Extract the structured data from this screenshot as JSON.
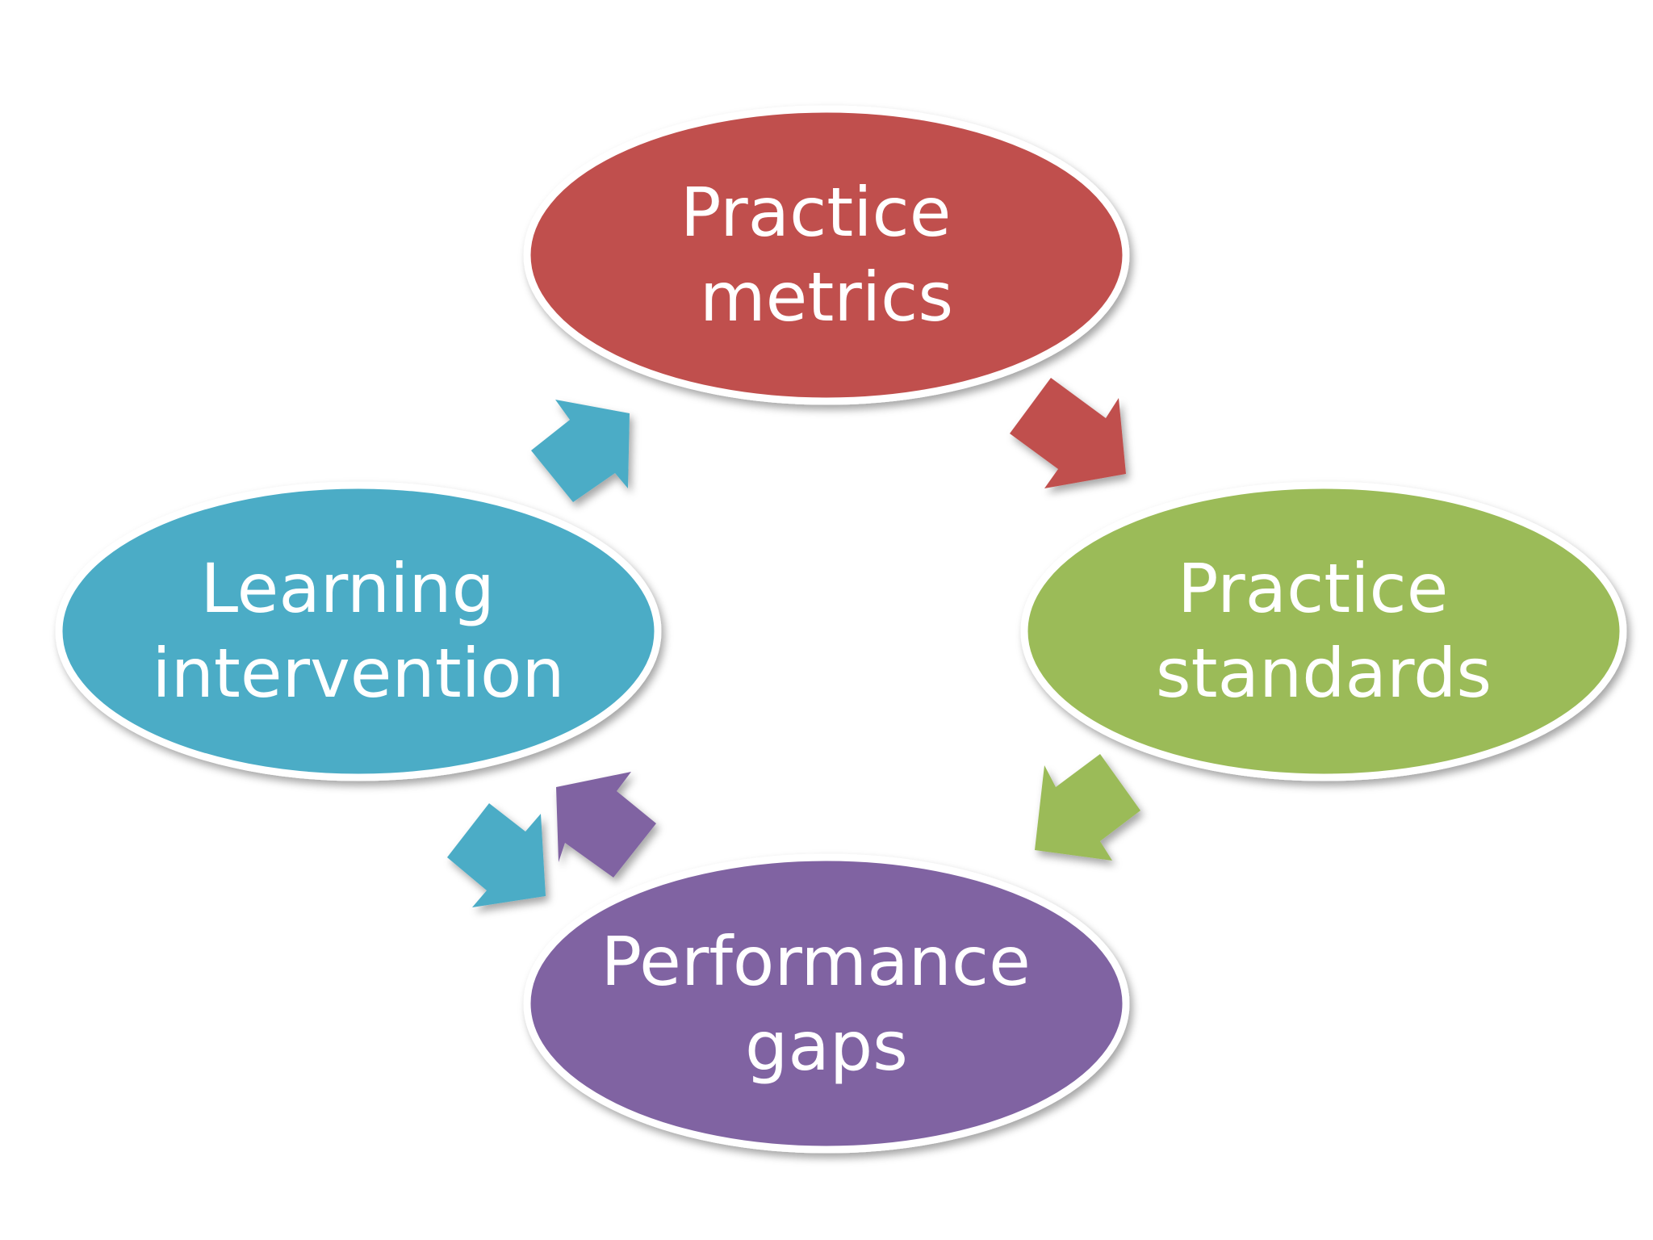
{
  "diagram": {
    "type": "cycle",
    "nodes": [
      {
        "id": "practice-metrics",
        "lines": [
          "Practice",
          "metrics"
        ],
        "color": "#c0504d"
      },
      {
        "id": "practice-standards",
        "lines": [
          "Practice",
          "standards"
        ],
        "color": "#9bbb59"
      },
      {
        "id": "performance-gaps",
        "lines": [
          "Performance",
          "gaps"
        ],
        "color": "#8064a2"
      },
      {
        "id": "learning-intervention",
        "lines": [
          "Learning",
          "intervention"
        ],
        "color": "#4bacc6"
      }
    ],
    "arrows": [
      {
        "from": "practice-metrics",
        "to": "practice-standards",
        "color": "#c0504d"
      },
      {
        "from": "practice-standards",
        "to": "performance-gaps",
        "color": "#9bbb59"
      },
      {
        "from": "performance-gaps",
        "to": "learning-intervention",
        "color": "#8064a2"
      },
      {
        "from": "learning-intervention",
        "to": "performance-gaps",
        "color": "#4bacc6"
      },
      {
        "from": "learning-intervention",
        "to": "practice-metrics",
        "color": "#4bacc6"
      }
    ]
  }
}
